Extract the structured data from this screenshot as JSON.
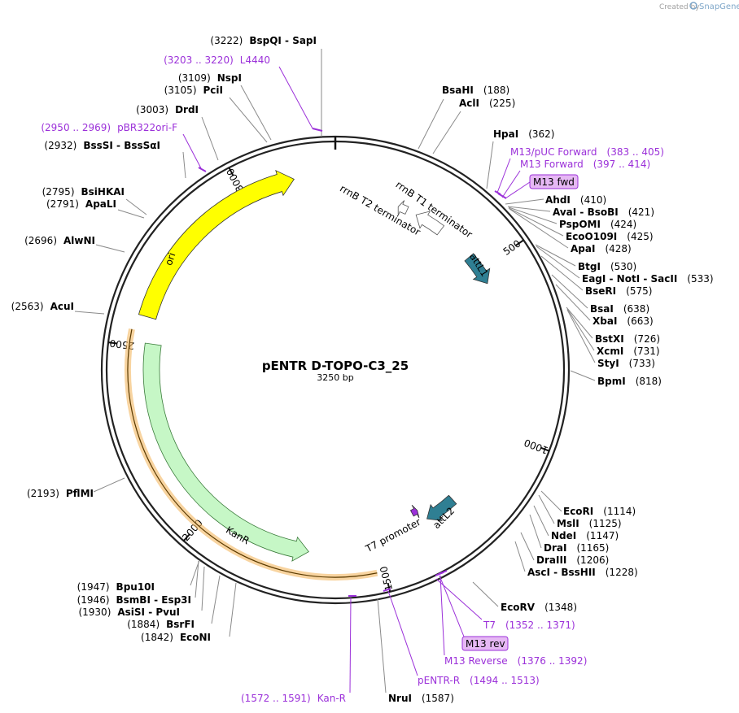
{
  "credit": {
    "prefix": "Created by",
    "brand": "SnapGene",
    "logo_icon": "snapgene-logo-icon"
  },
  "plasmid": {
    "name": "pENTR D-TOPO-C3_25",
    "length_label": "3250 bp",
    "length": 3250
  },
  "colors": {
    "backbone": "#222222",
    "primer": "#9b30d9",
    "ori": "#ffff00",
    "kanr": "#c6f7c6",
    "att": "#2f7f93",
    "promoter_marker": "#9b30d9",
    "kan_highlight": "#f4b860"
  },
  "ticks": [
    {
      "pos": 500,
      "label": "500"
    },
    {
      "pos": 1000,
      "label": "1000"
    },
    {
      "pos": 1500,
      "label": "1500"
    },
    {
      "pos": 2000,
      "label": "2000"
    },
    {
      "pos": 2500,
      "label": "2500"
    },
    {
      "pos": 3000,
      "label": "3000"
    }
  ],
  "features": [
    {
      "name": "rrnB T1 terminator",
      "start": 248,
      "end": 334,
      "dir": -1,
      "color": "#ffffff"
    },
    {
      "name": "rrnB T2 terminator",
      "start": 190,
      "end": 218,
      "dir": -1,
      "color": "#ffffff"
    },
    {
      "name": "attL1",
      "start": 450,
      "end": 545,
      "dir": 1,
      "color": "#2f7f93"
    },
    {
      "name": "attL2",
      "start": 1245,
      "end": 1340,
      "dir": 1,
      "color": "#2f7f93"
    },
    {
      "name": "T7 promoter",
      "start": 1352,
      "end": 1371,
      "dir": -1,
      "color": "#9b30d9"
    },
    {
      "name": "KanR",
      "start": 1700,
      "end": 2510,
      "dir": -1,
      "color": "#c6f7c6"
    },
    {
      "name": "ori",
      "start": 2580,
      "end": 3140,
      "dir": 1,
      "color": "#ffff00"
    }
  ],
  "left_sites": [
    {
      "coord": "(3222)",
      "name": "BspQI  - SapI"
    },
    {
      "coord": "(3109)",
      "name": "NspI"
    },
    {
      "coord": "(3105)",
      "name": "PciI"
    },
    {
      "coord": "(3003)",
      "name": "DrdI"
    },
    {
      "coord": "(2932)",
      "name": "BssSI  - BssSαI"
    },
    {
      "coord": "(2795)",
      "name": "BsiHKAI"
    },
    {
      "coord": "(2791)",
      "name": "ApaLI"
    },
    {
      "coord": "(2696)",
      "name": "AlwNI"
    },
    {
      "coord": "(2563)",
      "name": "AcuI"
    },
    {
      "coord": "(2193)",
      "name": "PflMI"
    },
    {
      "coord": "(1947)",
      "name": "Bpu10I"
    },
    {
      "coord": "(1946)",
      "name": "BsmBI  - Esp3I"
    },
    {
      "coord": "(1930)",
      "name": "AsiSI  - PvuI"
    },
    {
      "coord": "(1884)",
      "name": "BsrFI"
    },
    {
      "coord": "(1842)",
      "name": "EcoNI"
    }
  ],
  "right_sites": [
    {
      "name": "BsaHI",
      "coord": "(188)"
    },
    {
      "name": "AclI",
      "coord": "(225)"
    },
    {
      "name": "HpaI",
      "coord": "(362)"
    },
    {
      "name": "AhdI",
      "coord": "(410)"
    },
    {
      "name": "AvaI  - BsoBI",
      "coord": "(421)"
    },
    {
      "name": "PspOMI",
      "coord": "(424)"
    },
    {
      "name": "EcoO109I",
      "coord": "(425)"
    },
    {
      "name": "ApaI",
      "coord": "(428)"
    },
    {
      "name": "BtgI",
      "coord": "(530)"
    },
    {
      "name": "EagI  - NotI  - SacII",
      "coord": "(533)"
    },
    {
      "name": "BseRI",
      "coord": "(575)"
    },
    {
      "name": "BsaI",
      "coord": "(638)"
    },
    {
      "name": "XbaI",
      "coord": "(663)"
    },
    {
      "name": "BstXI",
      "coord": "(726)"
    },
    {
      "name": "XcmI",
      "coord": "(731)"
    },
    {
      "name": "StyI",
      "coord": "(733)"
    },
    {
      "name": "BpmI",
      "coord": "(818)"
    },
    {
      "name": "EcoRI",
      "coord": "(1114)"
    },
    {
      "name": "MslI",
      "coord": "(1125)"
    },
    {
      "name": "NdeI",
      "coord": "(1147)"
    },
    {
      "name": "DraI",
      "coord": "(1165)"
    },
    {
      "name": "DraIII",
      "coord": "(1206)"
    },
    {
      "name": "AscI  - BssHII",
      "coord": "(1228)"
    },
    {
      "name": "EcoRV",
      "coord": "(1348)"
    },
    {
      "name": "NruI",
      "coord": "(1587)"
    }
  ],
  "primers": [
    {
      "range": "(3203 .. 3220)",
      "name": "L4440"
    },
    {
      "range": "(2950 .. 2969)",
      "name": "pBR322ori-F"
    },
    {
      "name": "M13/pUC Forward",
      "range": "(383 .. 405)"
    },
    {
      "name": "M13 Forward",
      "range": "(397 .. 414)"
    },
    {
      "name": "M13 fwd",
      "boxed": true
    },
    {
      "name": "T7",
      "range": "(1352 .. 1371)"
    },
    {
      "name": "M13 rev",
      "boxed": true
    },
    {
      "name": "M13 Reverse",
      "range": "(1376 .. 1392)"
    },
    {
      "name": "pENTR-R",
      "range": "(1494 .. 1513)"
    },
    {
      "range": "(1572 .. 1591)",
      "name": "Kan-R"
    }
  ]
}
